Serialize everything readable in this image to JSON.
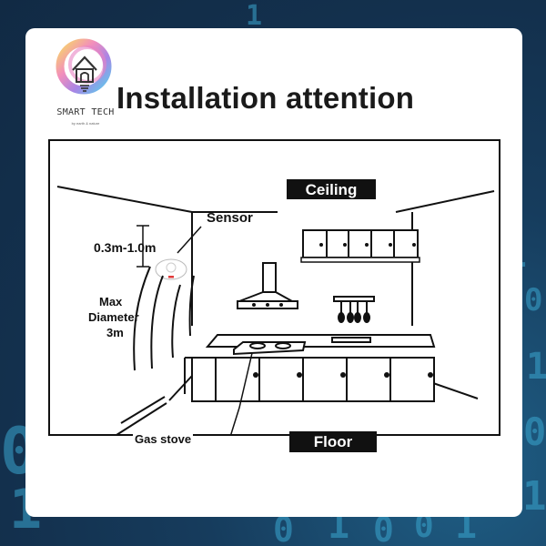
{
  "page": {
    "title": "Installation attention",
    "brand": {
      "name": "SMART TECH",
      "tagline": "by earth & nature"
    }
  },
  "diagram": {
    "ceiling_label": "Ceiling",
    "floor_label": "Floor",
    "sensor_label": "Sensor",
    "distance_label": "0.3m-1.0m",
    "max_diameter_label": {
      "line1": "Max",
      "line2": "Diameter",
      "line3": "3m"
    },
    "gas_stove_label": "Gas stove"
  },
  "background": {
    "digits": [
      "1",
      "0",
      "1",
      "0",
      "1",
      "0",
      "1",
      "1",
      "0",
      "0",
      "1",
      "0",
      "1"
    ]
  },
  "colors": {
    "background": "#163c5d",
    "card": "#ffffff",
    "accent_digits": "#3aa6cf",
    "sensor_led": "#e23a3a"
  }
}
